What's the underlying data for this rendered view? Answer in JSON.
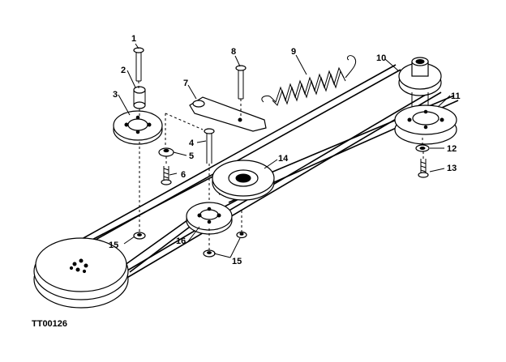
{
  "figure_id": "TT00126",
  "callouts": {
    "c1": "1",
    "c2": "2",
    "c3": "3",
    "c4": "4",
    "c5": "5",
    "c6": "6",
    "c7": "7",
    "c8": "8",
    "c9": "9",
    "c10": "10",
    "c11": "11",
    "c12": "12",
    "c13": "13",
    "c14": "14",
    "c15a": "15",
    "c15b": "15",
    "c16": "16"
  }
}
